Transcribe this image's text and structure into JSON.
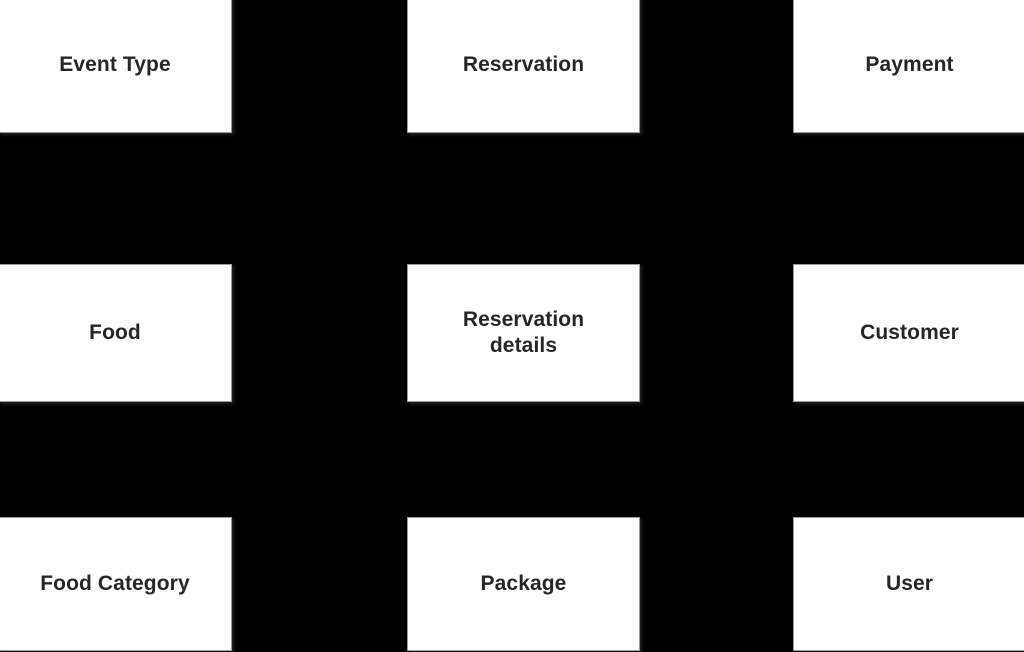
{
  "diagram": {
    "background_color": "#000000",
    "box_fill_color": "#ffffff",
    "box_border_color": "#9a9a9a",
    "label_color": "#262626",
    "grid": {
      "columns": 3,
      "rows": 3
    },
    "entities": [
      {
        "id": "event-type",
        "label": "Event Type",
        "row": 1,
        "column": 1
      },
      {
        "id": "reservation",
        "label": "Reservation",
        "row": 1,
        "column": 2
      },
      {
        "id": "payment",
        "label": "Payment",
        "row": 1,
        "column": 3
      },
      {
        "id": "food",
        "label": "Food",
        "row": 2,
        "column": 1
      },
      {
        "id": "reservation-details",
        "label": "Reservation\ndetails",
        "row": 2,
        "column": 2
      },
      {
        "id": "customer",
        "label": "Customer",
        "row": 2,
        "column": 3
      },
      {
        "id": "food-category",
        "label": "Food Category",
        "row": 3,
        "column": 1
      },
      {
        "id": "package",
        "label": "Package",
        "row": 3,
        "column": 2
      },
      {
        "id": "user",
        "label": "User",
        "row": 3,
        "column": 3
      }
    ]
  }
}
